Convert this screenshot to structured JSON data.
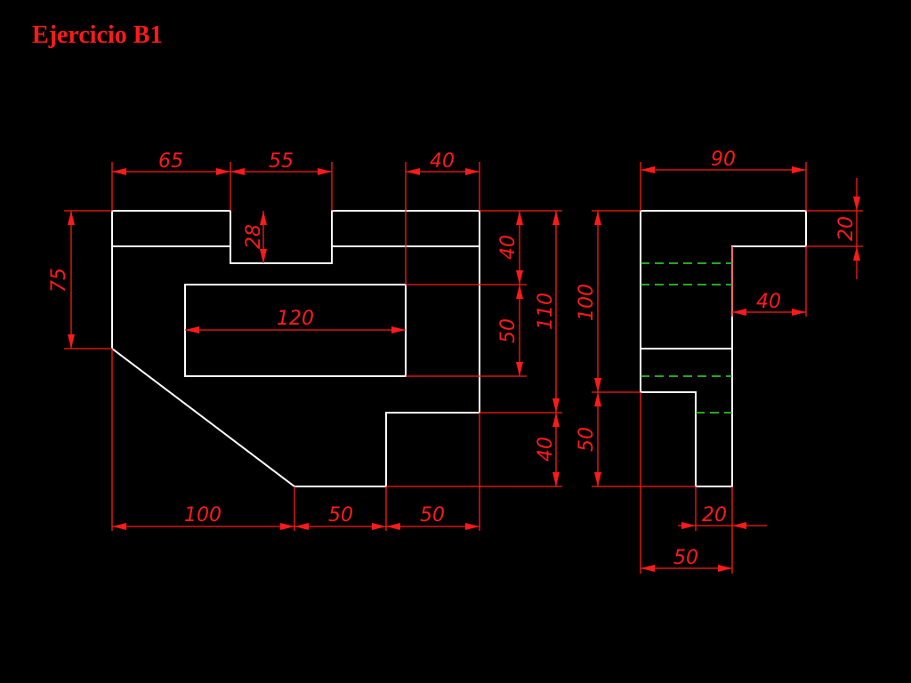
{
  "title": "Ejercicio B1",
  "colors": {
    "background": "#000000",
    "geometry": "#ffffff",
    "dimension": "#ff1a1a",
    "hidden_line": "#33dd33",
    "title": "#ff1a1a"
  },
  "front_view": {
    "dimensions": {
      "top_left": "65",
      "top_middle": "55",
      "top_right": "40",
      "slot_depth": "28",
      "left_height": "75",
      "window_width": "120",
      "right_upper": "40",
      "right_middle": "50",
      "right_lower": "40",
      "overall_height": "110",
      "bottom_left": "100",
      "bottom_middle": "50",
      "bottom_right": "50"
    }
  },
  "side_view": {
    "dimensions": {
      "top_width": "90",
      "top_step": "20",
      "step_width": "40",
      "overall_height": "100",
      "lower_height": "50",
      "bottom_step": "20",
      "bottom_width": "50"
    }
  }
}
